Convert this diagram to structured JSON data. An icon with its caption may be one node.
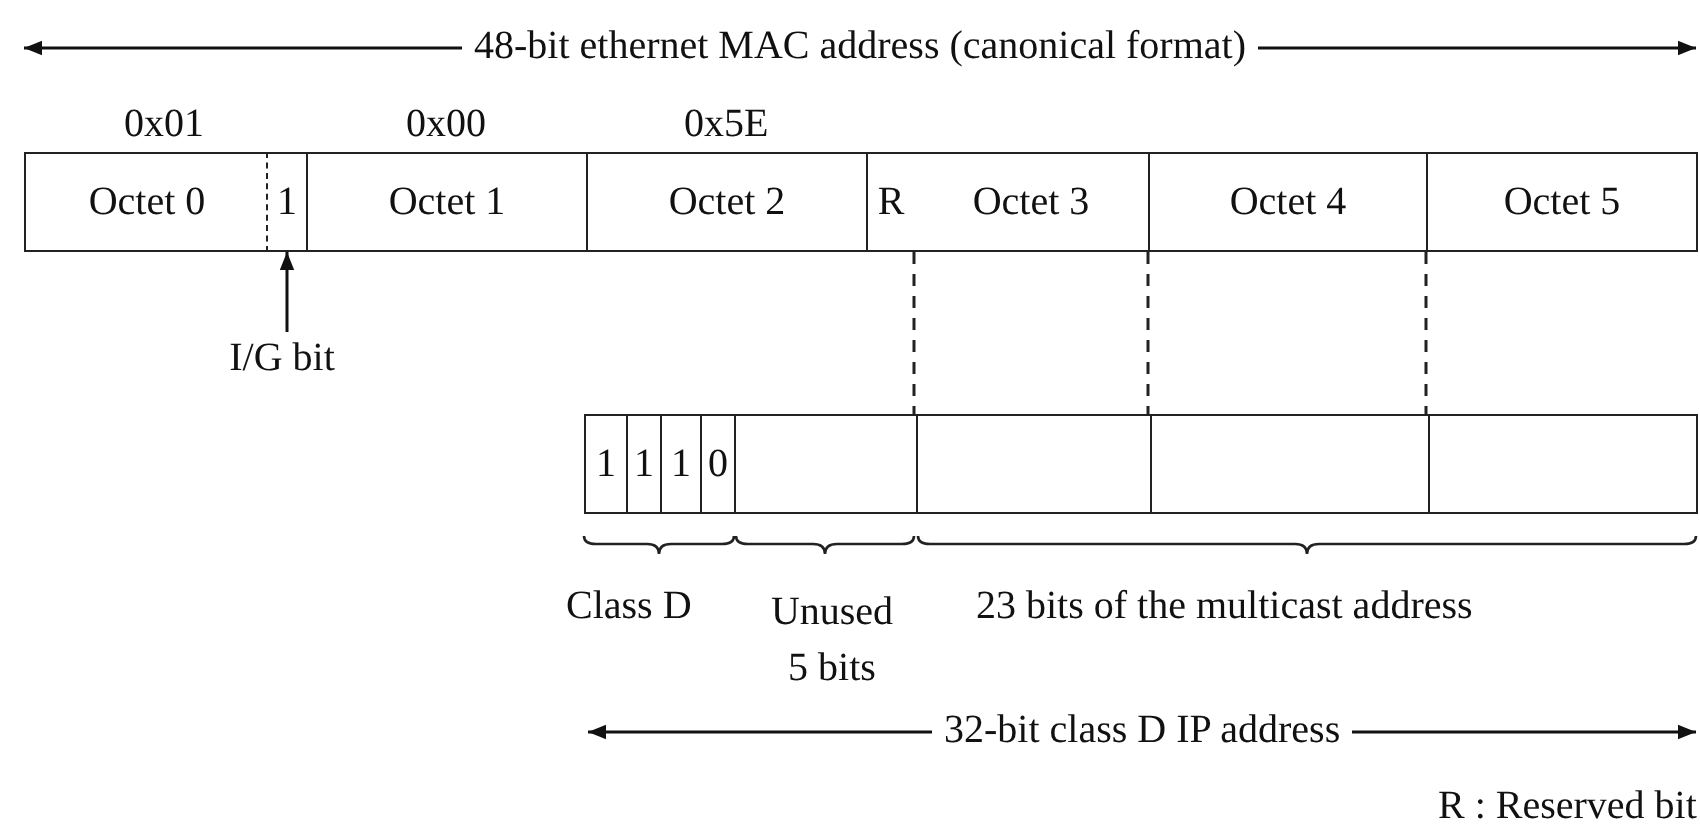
{
  "diagram": {
    "nodes": [
      {
        "text": [
          "Octet 0"
        ]
      },
      {
        "text": [
          "1"
        ]
      },
      {
        "text": [
          "Octet 1"
        ]
      },
      {
        "text": [
          "Octet 2"
        ]
      },
      {
        "text": [
          "R"
        ]
      },
      {
        "text": [
          "Octet 3"
        ]
      },
      {
        "text": [
          "Octet 4"
        ]
      },
      {
        "text": [
          "Octet 5"
        ]
      },
      {
        "text": [
          "I/G bit"
        ]
      },
      {
        "text": [
          "1"
        ]
      },
      {
        "text": [
          "1"
        ]
      },
      {
        "text": [
          "1"
        ]
      },
      {
        "text": [
          "0"
        ]
      },
      {
        "text": [],
        "shape": "box"
      },
      {
        "text": [],
        "shape": "box"
      },
      {
        "text": [],
        "shape": "box"
      },
      {
        "text": [],
        "shape": "box"
      }
    ],
    "edges": [
      {
        "from": 8,
        "to": 1,
        "arrow": "to"
      }
    ],
    "labels": [
      "48-bit ethernet MAC address (canonical format)",
      "0x01",
      "0x00",
      "0x5E",
      "Class D",
      "Unused 5 bits",
      "23 bits of the multicast address",
      "32-bit class D IP address",
      "R : Reserved bit"
    ]
  }
}
